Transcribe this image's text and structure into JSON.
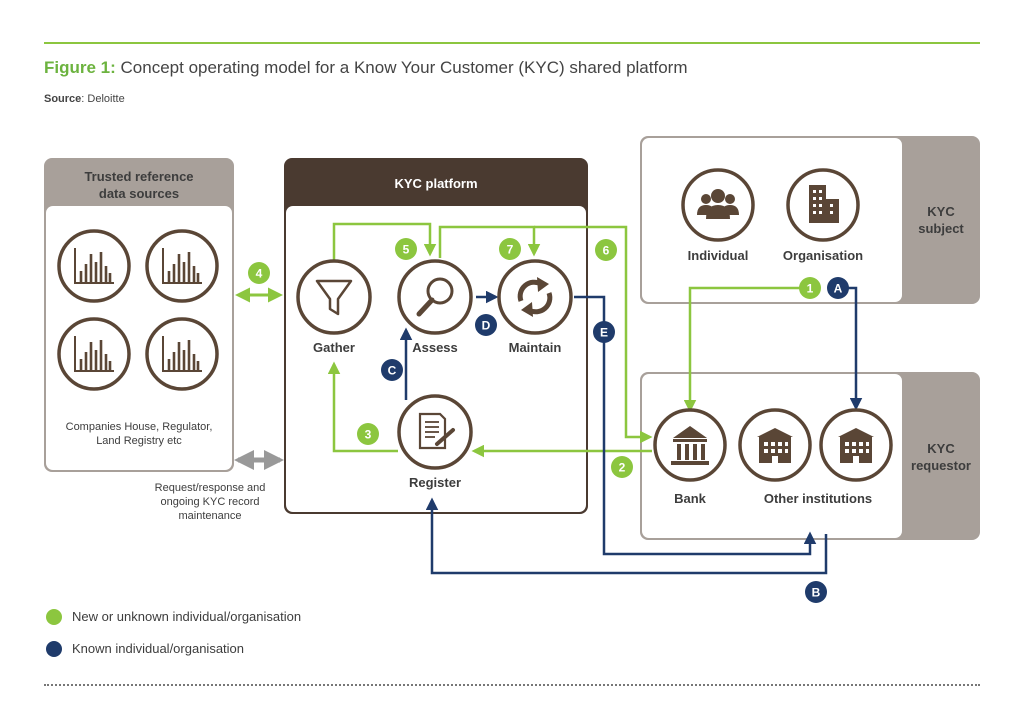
{
  "title": {
    "figure_label": "Figure 1:",
    "text": "Concept operating model for a Know Your Customer (KYC) shared platform"
  },
  "source": {
    "label": "Source",
    "value": ": Deloitte"
  },
  "trusted_sources": {
    "heading_line1": "Trusted reference",
    "heading_line2": "data sources",
    "caption_line1": "Companies House, Regulator,",
    "caption_line2": "Land Registry etc"
  },
  "kyc_platform": {
    "heading": "KYC platform",
    "gather": "Gather",
    "assess": "Assess",
    "maintain": "Maintain",
    "register": "Register"
  },
  "link_caption": {
    "line1": "Request/response and",
    "line2": "ongoing KYC record",
    "line3": "maintenance"
  },
  "kyc_subject": {
    "heading_line1": "KYC",
    "heading_line2": "subject",
    "individual": "Individual",
    "organisation": "Organisation"
  },
  "kyc_requestor": {
    "heading_line1": "KYC",
    "heading_line2": "requestor",
    "bank": "Bank",
    "other_institutions": "Other institutions"
  },
  "steps": {
    "s1": "1",
    "s2": "2",
    "s3": "3",
    "s4": "4",
    "s5": "5",
    "s6": "6",
    "s7": "7",
    "sA": "A",
    "sB": "B",
    "sC": "C",
    "sD": "D",
    "sE": "E"
  },
  "legend": {
    "new": "New or unknown individual/organisation",
    "known": "Known individual/organisation"
  },
  "colors": {
    "green": "#8cc63f",
    "navy": "#1f3b6b",
    "brown": "#4a3a30",
    "taupe": "#a8a09a",
    "icon_brown": "#5a4636"
  }
}
